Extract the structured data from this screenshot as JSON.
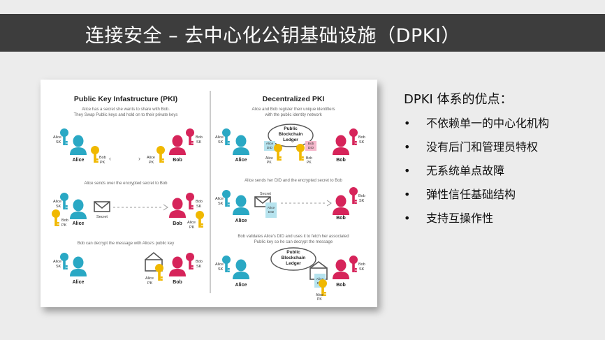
{
  "slide": {
    "title": "连接安全 – 去中心化公钥基础设施（DPKI）",
    "advantages_heading": "DPKI 体系的优点：",
    "bullet_symbol": "•",
    "advantages": [
      "不依赖单一的中心化机构",
      "没有后门和管理员特权",
      "无系统单点故障",
      "弹性信任基础结构",
      "支持互操作性"
    ]
  },
  "figure": {
    "colors": {
      "alice": "#2aa8c4",
      "bob": "#d6245a",
      "pk_key": "#f0b800",
      "envelope": "#555555",
      "did_box": "#b6e3ee",
      "bob_did_box": "#f6b8cc"
    },
    "pki": {
      "title": "Public Key Infastructure (PKI)",
      "step1_caption_1": "Alice has a secret she wants to share with Bob.",
      "step1_caption_2": "They Swap Public keys and hold on to their private keys",
      "step2_caption": "Alice sends over the encrypted secret to Bob",
      "step3_caption": "Bob can decrypt the message with Alice's public key",
      "alice": "Alice",
      "bob": "Bob",
      "alice_sk_1": "Alice",
      "alice_sk_2": "SK",
      "bob_sk_1": "Bob",
      "bob_sk_2": "SK",
      "bob_pk_1": "Bob",
      "bob_pk_2": "PK",
      "alice_pk_1": "Alice",
      "alice_pk_2": "PK",
      "secret": "Secret",
      "arrow_left": "‹",
      "arrow_right": "›"
    },
    "dpki": {
      "title": "Decentralized PKI",
      "step1_caption_1": "Alice and Bob register their unique identifiers",
      "step1_caption_2": "with the public identity network",
      "step2_caption": "Alice sends her DID and the encrypted secret to Bob",
      "step3_caption_1": "Bob validates Alice's DID and uses it to fetch her associated",
      "step3_caption_2": "Public key so he can decrypt the message",
      "ledger_1": "Public",
      "ledger_2": "Blockchain",
      "ledger_3": "Ledger",
      "alice_did_1": "Alice",
      "alice_did_2": "DID",
      "bob_did_1": "Bob",
      "bob_did_2": "DID",
      "alice": "Alice",
      "bob": "Bob",
      "secret": "Secret"
    }
  }
}
